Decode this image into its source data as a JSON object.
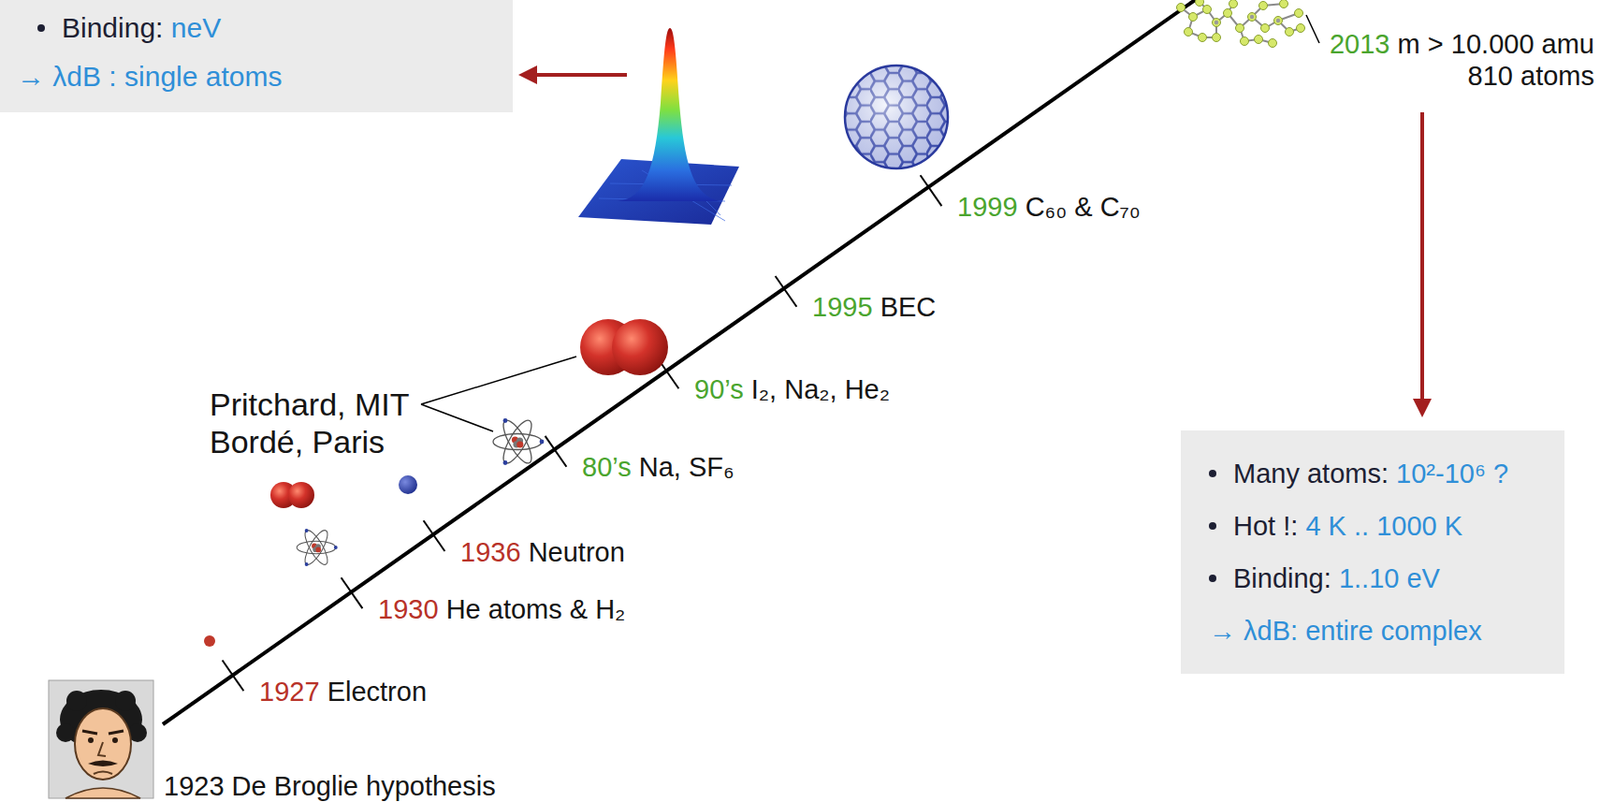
{
  "diagram": {
    "nodes": [
      {
        "text": [
          "Binding:",
          "neV",
          "→ λdB : single atoms"
        ]
      },
      {
        "text": [
          "Many atoms:",
          "10²-10⁶ ?",
          "Hot !:",
          "4 K .. 1000 K",
          "Binding:",
          "1..10 eV",
          "→ λdB: entire complex"
        ]
      }
    ],
    "labels": [
      "2013",
      "m > 10.000 amu",
      "810 atoms",
      "1999",
      "C₆₀ & C₇₀",
      "1995",
      "BEC",
      "Pritchard, MIT",
      "Bordé, Paris",
      "90’s",
      "I₂, Na₂, He₂",
      "80’s",
      "Na, SF₆",
      "1936",
      "Neutron",
      "1930",
      "He atoms & H₂",
      "1927",
      "Electron",
      "1923 De Broglie hypothesis"
    ]
  }
}
